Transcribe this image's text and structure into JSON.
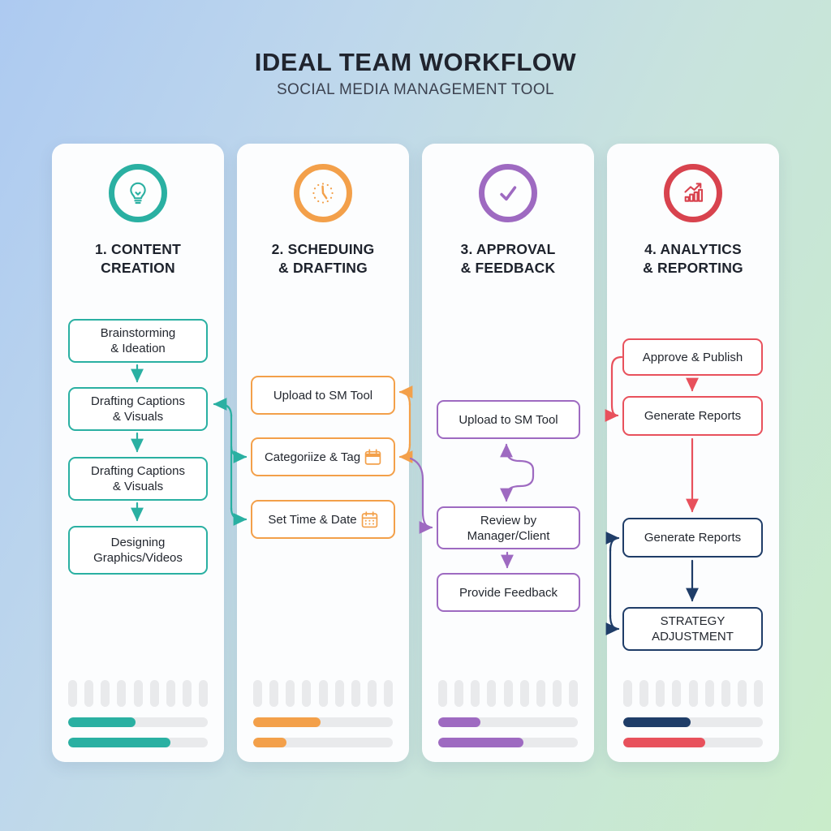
{
  "header": {
    "title": "IDEAL TEAM WORKFLOW",
    "subtitle": "SOCIAL MEDIA MANAGEMENT TOOL"
  },
  "palette": {
    "teal": "#2ab0a2",
    "orange": "#f3a04a",
    "purple": "#9e6ac1",
    "red": "#e8515c",
    "navy": "#1f3d68"
  },
  "columns": [
    {
      "title_line1": "1. CONTENT",
      "title_line2": "CREATION",
      "icon": "lightbulb-icon",
      "color": "#2ab0a2",
      "boxes": [
        {
          "label": "Brainstorming\n& Ideation"
        },
        {
          "label": "Drafting Captions\n& Visuals"
        },
        {
          "label": "Drafting Captions\n& Visuals"
        },
        {
          "label": "Designing\nGraphics/Videos"
        }
      ],
      "progress": [
        48,
        73
      ]
    },
    {
      "title_line1": "2. SCHEDUING",
      "title_line2": "& DRAFTING",
      "icon": "clock-icon",
      "color": "#f3a04a",
      "boxes": [
        {
          "label": "Upload to SM Tool"
        },
        {
          "label": "Categoriize & Tag",
          "icon": "calendar-icon"
        },
        {
          "label": "Set Time & Date",
          "icon": "calendar-grid-icon"
        }
      ],
      "progress": [
        48,
        24
      ]
    },
    {
      "title_line1": "3. APPROVAL",
      "title_line2": "& FEEDBACK",
      "icon": "checkmark-icon",
      "color": "#9e6ac1",
      "boxes": [
        {
          "label": "Upload to SM Tool"
        },
        {
          "label": "Review by\nManager/Client"
        },
        {
          "label": "Provide Feedback"
        }
      ],
      "progress": [
        30,
        61
      ]
    },
    {
      "title_line1": "4. ANALYTICS",
      "title_line2": "& REPORTING",
      "icon": "bar-chart-icon",
      "color": "#e8515c",
      "boxes": [
        {
          "label": "Approve & Publish"
        },
        {
          "label": "Generate Reports"
        },
        {
          "label": "Generate Reports"
        },
        {
          "label": "STRATEGY\nADJUSTMENT"
        }
      ],
      "progress": [
        48,
        59
      ]
    }
  ]
}
